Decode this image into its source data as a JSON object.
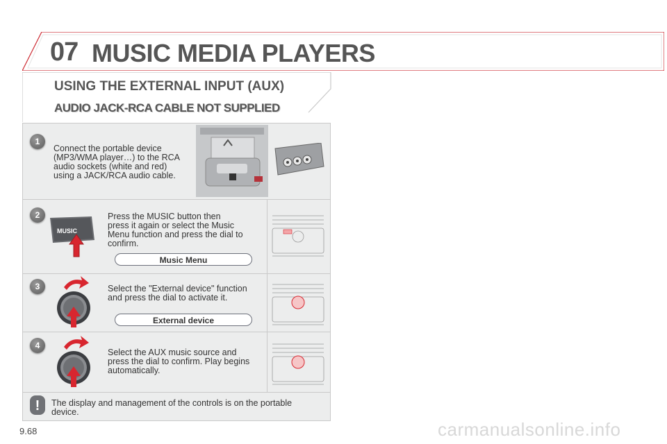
{
  "header": {
    "chapter": "07",
    "title": "MUSIC MEDIA PLAYERS"
  },
  "section": {
    "title": "USING THE EXTERNAL INPUT (AUX)",
    "subtitle": "AUDIO JACK-RCA CABLE NOT SUPPLIED"
  },
  "steps": [
    {
      "number": "1",
      "text": "Connect the portable device\n(MP3/WMA player…) to the RCA\naudio sockets (white and red)\nusing a JACK/RCA audio cable."
    },
    {
      "number": "2",
      "text": "Press the MUSIC button then\npress it again or select the Music\nMenu function and press the dial to\nconfirm.",
      "button_label": "MUSIC",
      "menu_label": "Music Menu"
    },
    {
      "number": "3",
      "text": "Select the \"External device\" function\nand press the dial to activate it.",
      "menu_label": "External device"
    },
    {
      "number": "4",
      "text": "Select the AUX music source and\npress the dial to confirm. Play begins\nautomatically."
    }
  ],
  "note": {
    "icon": "!",
    "text": "The display and management of the controls is on the portable\ndevice."
  },
  "footer": {
    "page_number": "9.68",
    "watermark": "carmanualsonline.info"
  },
  "colors": {
    "accent_red": "#d8262f",
    "frame": "#c8c8c8",
    "panel_bg": "#eceded"
  }
}
